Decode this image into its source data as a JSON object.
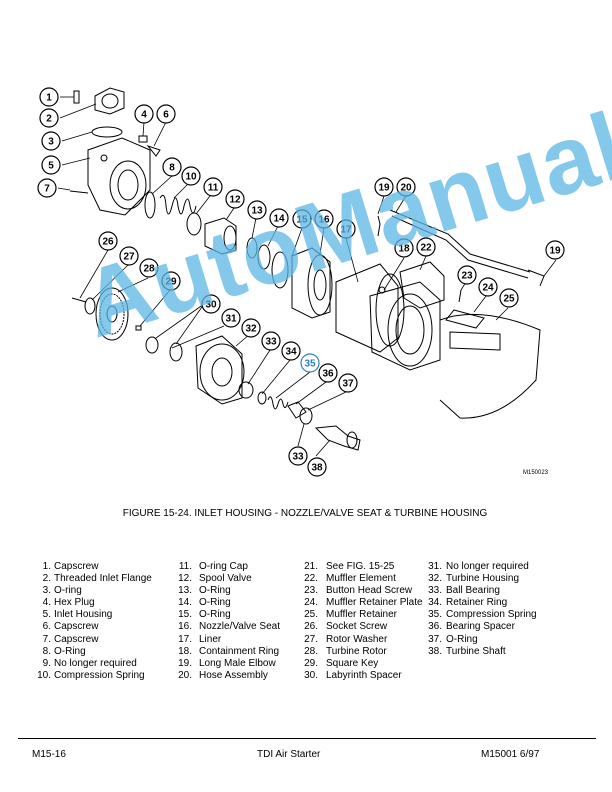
{
  "figure": {
    "caption": "FIGURE 15-24. INLET HOUSING - NOZZLE/VALVE SEAT & TURBINE HOUSING",
    "image_id": "M150023",
    "watermark": "AutoManual",
    "callouts": [
      "1",
      "2",
      "3",
      "4",
      "5",
      "6",
      "7",
      "8",
      "10",
      "11",
      "12",
      "13",
      "14",
      "15",
      "16",
      "17",
      "18",
      "19",
      "20",
      "22",
      "23",
      "24",
      "25",
      "26",
      "27",
      "28",
      "29",
      "30",
      "31",
      "32",
      "33",
      "34",
      "35",
      "36",
      "37",
      "38"
    ],
    "highlight_callout": "35",
    "colors": {
      "watermark": "#5bb6e6",
      "highlight": "#2a7fc0"
    }
  },
  "parts": [
    {
      "n": "1.",
      "t": "Capscrew"
    },
    {
      "n": "2.",
      "t": "Threaded Inlet Flange"
    },
    {
      "n": "3.",
      "t": "O-ring"
    },
    {
      "n": "4.",
      "t": "Hex Plug"
    },
    {
      "n": "5.",
      "t": "Inlet Housing"
    },
    {
      "n": "6.",
      "t": "Capscrew"
    },
    {
      "n": "7.",
      "t": "Capscrew"
    },
    {
      "n": "8.",
      "t": "O-Ring"
    },
    {
      "n": "9.",
      "t": "No longer required"
    },
    {
      "n": "10.",
      "t": "Compression Spring"
    },
    {
      "n": "11.",
      "t": "O-ring Cap"
    },
    {
      "n": "12.",
      "t": "Spool Valve"
    },
    {
      "n": "13.",
      "t": "O-Ring"
    },
    {
      "n": "14.",
      "t": "O-Ring"
    },
    {
      "n": "15.",
      "t": "O-Ring"
    },
    {
      "n": "16.",
      "t": "Nozzle/Valve Seat"
    },
    {
      "n": "17.",
      "t": "Liner"
    },
    {
      "n": "18.",
      "t": "Containment Ring"
    },
    {
      "n": "19.",
      "t": "Long Male Elbow"
    },
    {
      "n": "20.",
      "t": "Hose Assembly"
    },
    {
      "n": "21.",
      "t": "See FIG. 15-25"
    },
    {
      "n": "22.",
      "t": "Muffler Element"
    },
    {
      "n": "23.",
      "t": "Button Head Screw"
    },
    {
      "n": "24.",
      "t": "Muffler Retainer Plate"
    },
    {
      "n": "25.",
      "t": "Muffler Retainer"
    },
    {
      "n": "26.",
      "t": "Socket Screw"
    },
    {
      "n": "27.",
      "t": "Rotor Washer"
    },
    {
      "n": "28.",
      "t": "Turbine Rotor"
    },
    {
      "n": "29.",
      "t": "Square Key"
    },
    {
      "n": "30.",
      "t": "Labyrinth Spacer"
    },
    {
      "n": "31.",
      "t": "No longer required"
    },
    {
      "n": "32.",
      "t": "Turbine Housing"
    },
    {
      "n": "33.",
      "t": "Ball Bearing"
    },
    {
      "n": "34.",
      "t": "Retainer Ring"
    },
    {
      "n": "35.",
      "t": "Compression Spring"
    },
    {
      "n": "36.",
      "t": "Bearing Spacer"
    },
    {
      "n": "37.",
      "t": "O-Ring"
    },
    {
      "n": "38.",
      "t": "Turbine Shaft"
    }
  ],
  "footer": {
    "left": "M15-16",
    "center": "TDI Air Starter",
    "right": "M15001 6/97"
  }
}
